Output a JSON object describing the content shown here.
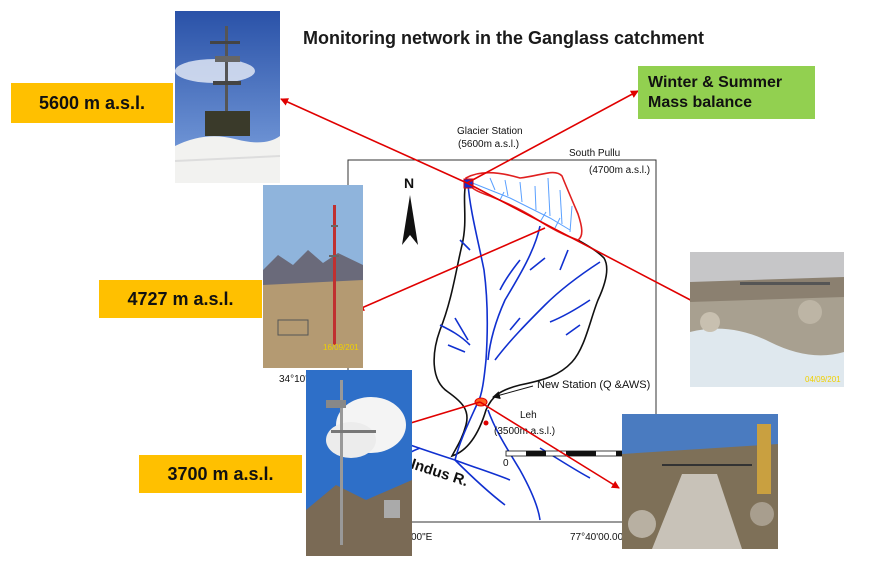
{
  "title": "Monitoring network in the Ganglass catchment",
  "labels": {
    "elev1": "5600 m a.s.l.",
    "elev2": "4727 m a.s.l.",
    "elev3": "3700 m a.s.l.",
    "mass_line1": "Winter & Summer",
    "mass_line2": "Mass balance"
  },
  "map": {
    "glacier_station": "Glacier Station",
    "glacier_station_elev": "(5600m a.s.l.)",
    "south_pullu": "South Pullu",
    "south_pullu_elev": "(4700m a.s.l.)",
    "north": "N",
    "new_station": "New Station (Q &AWS)",
    "leh": "Leh",
    "leh_elev": "(3500m a.s.l.)",
    "river": "Indus R.",
    "scale_zero": "0",
    "coord_left": "34°10'",
    "coord_bottom_left": "00\"E",
    "coord_bottom_right": "77°40'00.00\""
  },
  "photo_stamps": {
    "photo2": "16/09/201",
    "photo3": "04/09/201"
  },
  "colors": {
    "yellow": "#ffc000",
    "green": "#92d050",
    "arrow": "#e00000",
    "river": "#1030d0",
    "glacier": "#5aa0ff"
  }
}
